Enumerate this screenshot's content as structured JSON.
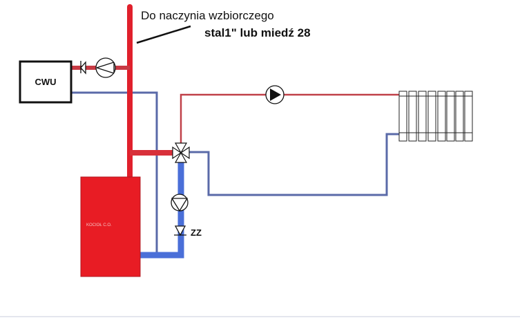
{
  "labels": {
    "expansion_vessel": "Do naczynia wzbiorczego",
    "pipe_spec": "stal1\" lub miedź 28",
    "cwu": "CWU",
    "boiler": "KOCIOŁ C.O.",
    "zz": "ZZ"
  },
  "colors": {
    "supply": "#e0202c",
    "supply_thin": "#c04048",
    "return": "#5a6aa8",
    "return_thick": "#4a6fd8",
    "boiler": "#e81c24"
  }
}
